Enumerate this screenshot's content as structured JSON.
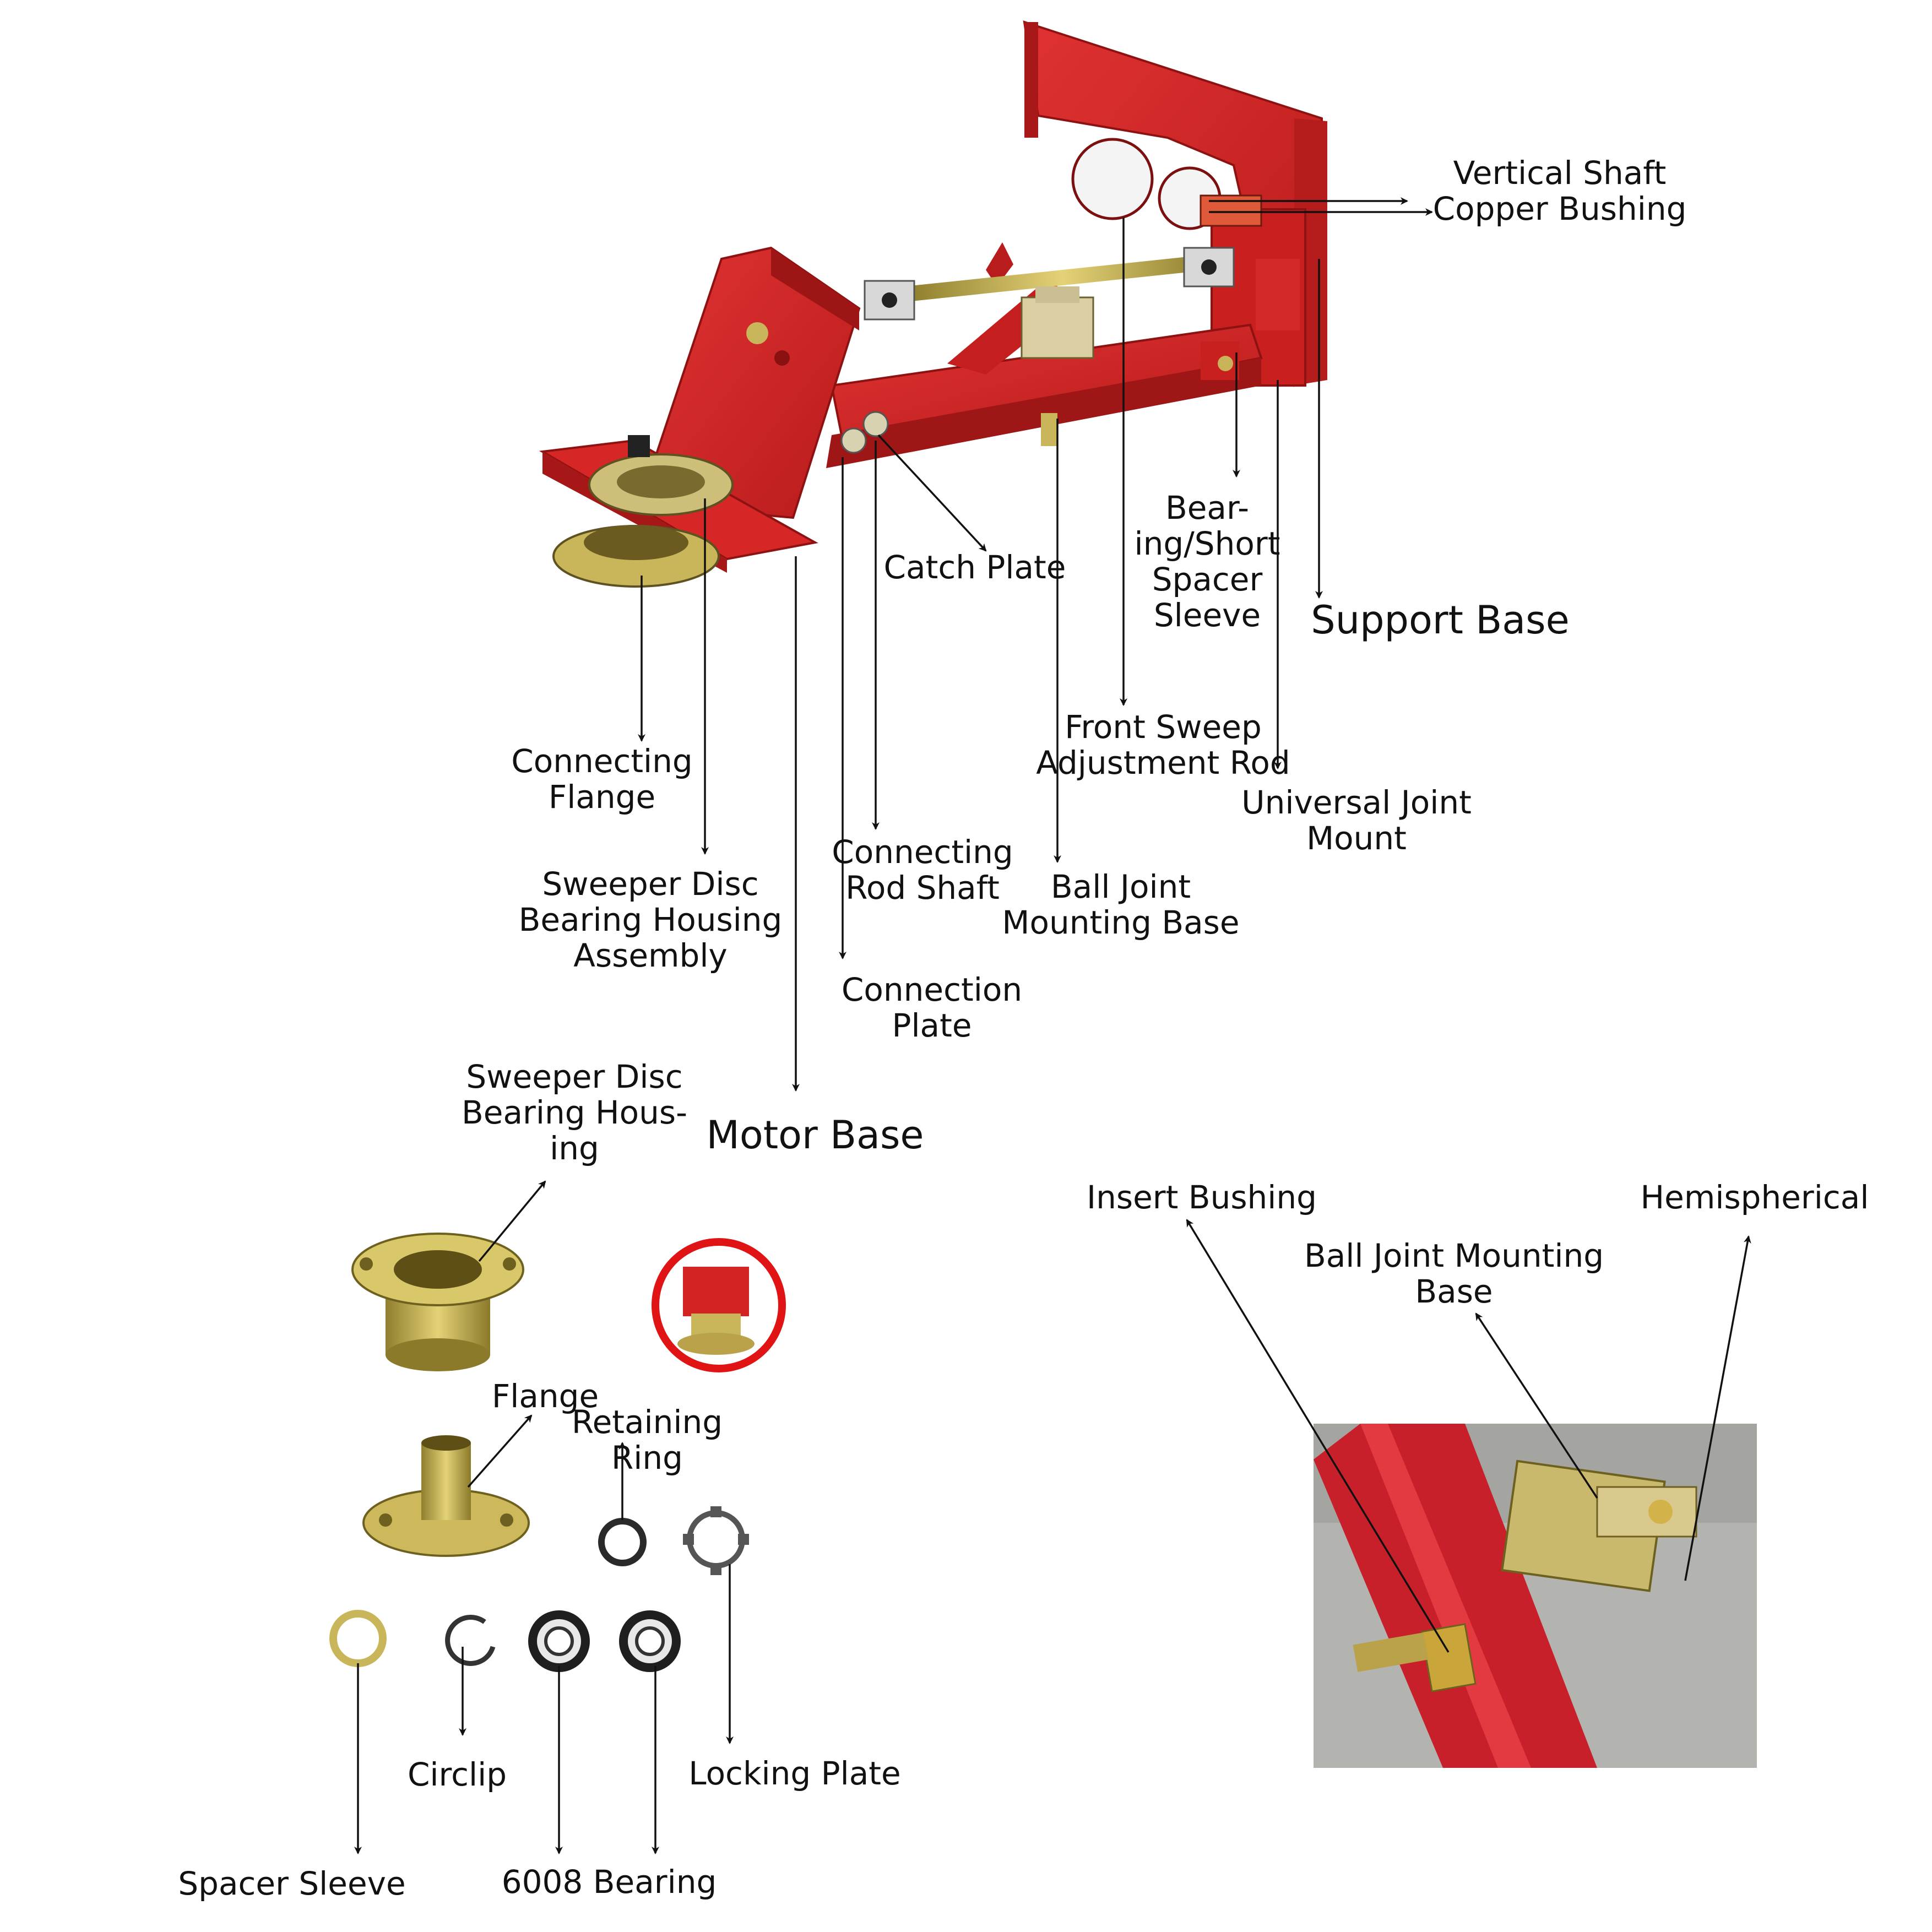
{
  "labels": {
    "vertical_shaft_copper_bushing": "Vertical Shaft\nCopper Bushing",
    "catch_plate": "Catch Plate",
    "bearing_short_spacer_sleeve": "Bear-\ning/Short\nSpacer\nSleeve",
    "support_base": "Support Base",
    "front_sweep_adjustment_rod": "Front Sweep\nAdjustment Rod",
    "universal_joint_mount": "Universal Joint\nMount",
    "connecting_flange": "Connecting\nFlange",
    "sweeper_disc_bearing_housing_assembly": "Sweeper Disc\nBearing Housing\nAssembly",
    "connecting_rod_shaft": "Connecting\nRod Shaft",
    "ball_joint_mounting_base_top": "Ball Joint\nMounting Base",
    "connection_plate": "Connection\nPlate",
    "motor_base": "Motor Base",
    "sweeper_disc_bearing_housing": "Sweeper Disc\nBearing Hous-\ning",
    "flange": "Flange",
    "retaining_ring": "Retaining\nRing",
    "spacer_sleeve": "Spacer Sleeve",
    "circlip": "Circlip",
    "bearing_6008": "6008 Bearing",
    "locking_plate": "Locking Plate",
    "insert_bushing": "Insert Bushing",
    "ball_joint_mounting_base_inset": "Ball Joint Mounting\nBase",
    "hemispherical": "Hemispherical"
  },
  "colors": {
    "frame_red": "#d42323",
    "frame_dark": "#a01616",
    "zinc": "#c7b24a",
    "bearing_black": "#2a2a2a",
    "photo_bg": "#b3b3b0"
  },
  "icons": {
    "leader": "arrow-line",
    "detail_circle": "red-circle-callout"
  }
}
